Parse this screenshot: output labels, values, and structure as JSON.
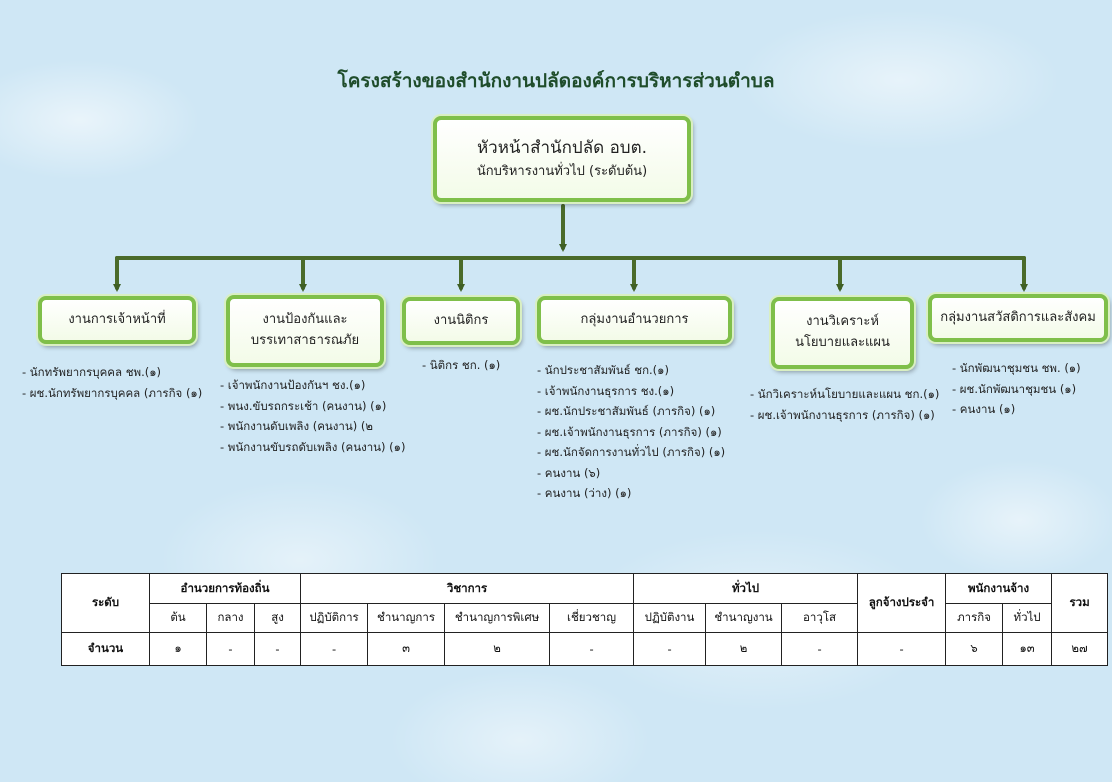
{
  "title": "โครงสร้างของสำนักงานปลัดองค์การบริหารส่วนตำบล",
  "head": {
    "name": "หัวหน้าสำนักปลัด อบต.",
    "position": "นักบริหารงานทั่วไป (ระดับต้น)"
  },
  "divisions": [
    {
      "name_lines": [
        "งานการเจ้าหน้าที่"
      ],
      "items": [
        "- นักทรัพยากรบุคคล ชพ.(๑)",
        "- ผช.นักทรัพยากรบุคคล (ภารกิจ (๑)"
      ]
    },
    {
      "name_lines": [
        "งานป้องกันและ",
        "บรรเทาสาธารณภัย"
      ],
      "items": [
        "- เจ้าพนักงานป้องกันฯ ชง.(๑)",
        "- พนง.ขับรถกระเช้า (คนงาน) (๑)",
        "- พนักงานดับเพลิง (คนงาน) (๒",
        "- พนักงานขับรถดับเพลิง (คนงาน) (๑)"
      ]
    },
    {
      "name_lines": [
        "งานนิติกร"
      ],
      "items": [
        "- นิติกร ชก.  (๑)"
      ]
    },
    {
      "name_lines": [
        "กลุ่มงานอำนวยการ"
      ],
      "items": [
        "- นักประชาสัมพันธ์ ชก.(๑)",
        "- เจ้าพนักงานธุรการ ชง.(๑)",
        "- ผช.นักประชาสัมพันธ์ (ภารกิจ) (๑)",
        "- ผช.เจ้าพนักงานธุรการ (ภารกิจ) (๑)",
        "- ผช.นักจัดการงานทั่วไป (ภารกิจ) (๑)",
        "- คนงาน (๖)",
        "- คนงาน (ว่าง) (๑)"
      ]
    },
    {
      "name_lines": [
        "งานวิเคราะห์",
        "นโยบายและแผน"
      ],
      "items": [
        "- นักวิเคราะห์นโยบายและแผน ชก.(๑)",
        "- ผช.เจ้าพนักงานธุรการ (ภารกิจ) (๑)"
      ]
    },
    {
      "name_lines": [
        "กลุ่มงานสวัสดิการและสังคม"
      ],
      "items": [
        "- นักพัฒนาชุมชน ชพ. (๑)",
        "- ผช.นักพัฒนาชุมชน (๑)",
        "- คนงาน (๑)"
      ]
    }
  ],
  "table": {
    "level_header": "ระดับ",
    "total_header": "รวม",
    "row_label": "จำนวน",
    "groups": [
      {
        "label": "อำนวยการท้องถิ่น",
        "cols": [
          "ต้น",
          "กลาง",
          "สูง"
        ]
      },
      {
        "label": "วิชาการ",
        "cols": [
          "ปฏิบัติการ",
          "ชำนาญการ",
          "ชำนาญการพิเศษ",
          "เชี่ยวชาญ"
        ]
      },
      {
        "label": "ทั่วไป",
        "cols": [
          "ปฏิบัติงาน",
          "ชำนาญงาน",
          "อาวุโส"
        ]
      },
      {
        "label": "ลูกจ้างประจำ",
        "cols": []
      },
      {
        "label": "พนักงานจ้าง",
        "cols": [
          "ภารกิจ",
          "ทั่วไป"
        ]
      }
    ],
    "values": [
      "๑",
      "-",
      "-",
      "-",
      "๓",
      "๒",
      "-",
      "-",
      "๒",
      "-",
      "-",
      "๖",
      "๑๓",
      "๒๗"
    ]
  }
}
